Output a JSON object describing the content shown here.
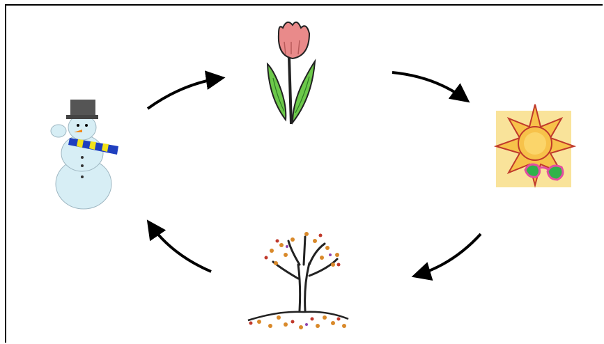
{
  "diagram": {
    "seasons": [
      {
        "id": "winter",
        "icon": "snowman-icon"
      },
      {
        "id": "spring",
        "icon": "tulip-icon"
      },
      {
        "id": "summer",
        "icon": "sun-sunglasses-icon"
      },
      {
        "id": "autumn",
        "icon": "autumn-tree-icon"
      }
    ],
    "flow": [
      "winter",
      "spring",
      "summer",
      "autumn",
      "winter"
    ],
    "colors": {
      "arrow": "#000000",
      "snow": "#d7eef5",
      "hat": "#555555",
      "scarf_blue": "#1f3fbf",
      "scarf_yellow": "#f2e21a",
      "tulip_petal": "#e98a8a",
      "leaf": "#6cc84a",
      "sun": "#f7c24a",
      "sun_bg": "#f9e39a",
      "glasses": "#e24fa0",
      "leaves_autumn": "#d9892a"
    }
  }
}
